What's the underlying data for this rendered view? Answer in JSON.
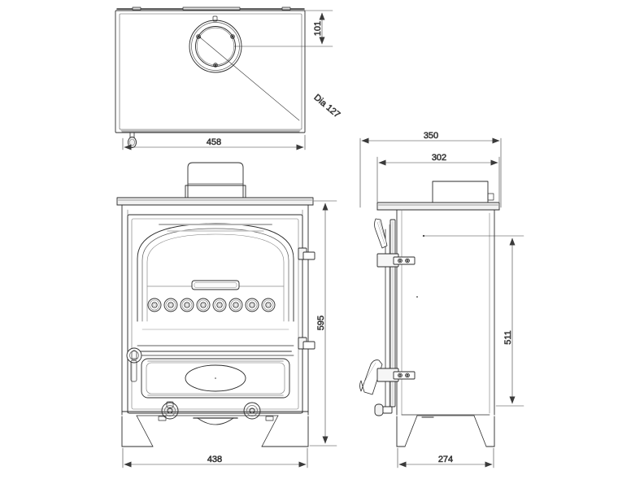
{
  "drawing": {
    "title": "Stove technical drawing - three orthographic views",
    "background_color": "#ffffff",
    "line_color": "#2b2b2b",
    "dimension_color": "#3a3a3a",
    "units": "mm"
  },
  "views": {
    "top": {
      "name": "top-view",
      "label": ""
    },
    "front": {
      "name": "front-view",
      "label": ""
    },
    "side": {
      "name": "side-view",
      "label": ""
    }
  },
  "dimensions": {
    "top_depth": "101",
    "flue_diameter": "Dia 127",
    "top_width": "458",
    "front_height": "595",
    "front_base_width": "438",
    "side_depth_overall": "350",
    "side_depth_body": "302",
    "side_height": "511",
    "side_base_depth": "274"
  },
  "features": {
    "flue_collar": "flue-collar",
    "door_arch": "door-arch",
    "bolt_count": 8,
    "oval_badge": "oval-badge",
    "air_controls": 2,
    "hinges": 2
  }
}
